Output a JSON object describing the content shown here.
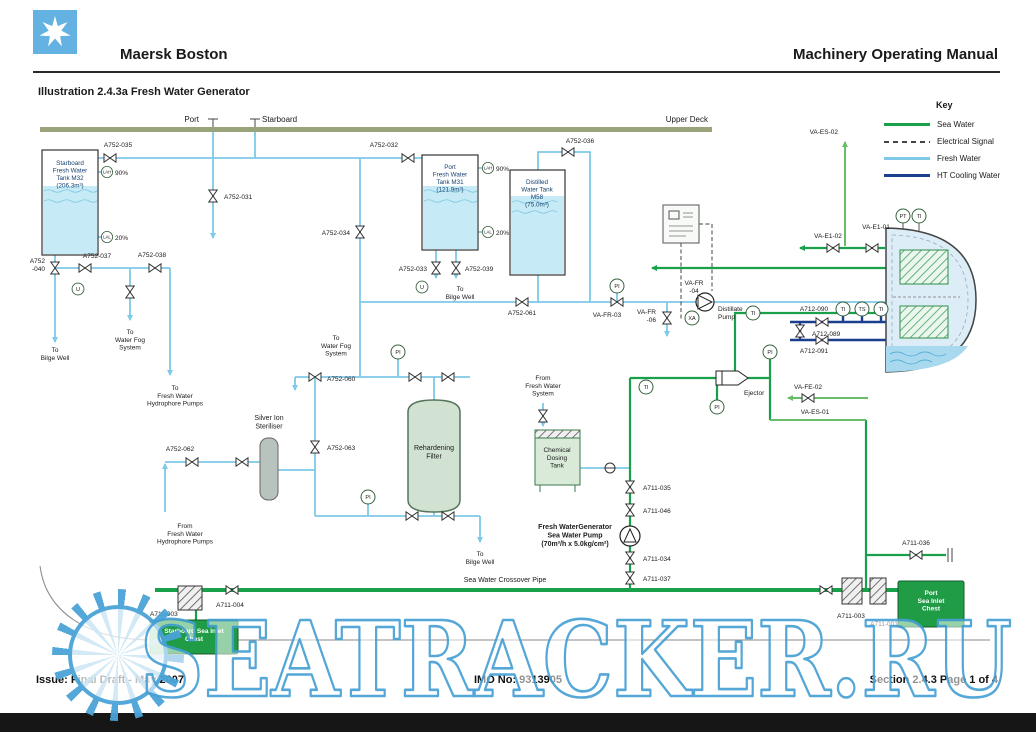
{
  "header": {
    "ship": "Maersk Boston",
    "manual": "Machinery Operating Manual"
  },
  "title": "Illustration 2.4.3a Fresh Water Generator",
  "key": {
    "title": "Key",
    "items": [
      {
        "label": "Sea Water",
        "color_key": "sea_water"
      },
      {
        "label": "Electrical Signal",
        "color_key": "electrical"
      },
      {
        "label": "Fresh Water",
        "color_key": "fresh_water"
      },
      {
        "label": "HT Cooling Water",
        "color_key": "ht_cooling"
      }
    ]
  },
  "colors": {
    "sea_water": "#18a04a",
    "sea_water_light": "#69bd69",
    "electrical": "#444444",
    "fresh_water": "#7ec9e8",
    "ht_cooling": "#1c3e8e",
    "deck": "#99a47b",
    "chest_green": "#1f9c45",
    "maersk_blue": "#64b2e1",
    "watermark_blue": "#47a0d4"
  },
  "labels": {
    "port": "Port",
    "starboard": "Starboard",
    "upper_deck": "Upper Deck",
    "a752_031": "A752-031",
    "a752_032": "A752-032",
    "a752_033": "A752-033",
    "a752_034": "A752-034",
    "a752_035": "A752-035",
    "a752_036": "A752-036",
    "a752_037": "A752-037",
    "a752_038": "A752-038",
    "a752_039": "A752-039",
    "a752_060": "A752-060",
    "a752_061": "A752-061",
    "a752_062": "A752-062",
    "a752_063": "A752-063",
    "a711_001": "A711-001",
    "a711_003": "A711-003",
    "a711_004": "A711-004",
    "a711_034": "A711-034",
    "a711_035": "A711-035",
    "a711_036": "A711-036",
    "a711_037": "A711-037",
    "a711_046": "A711-046",
    "a712_089": "A712-089",
    "a712_090": "A712-090",
    "a712_091": "A712-091",
    "va_e1_01": "VA-E1-01",
    "va_e1_02": "VA-E1-02",
    "va_es_01": "VA-ES-01",
    "va_es_02": "VA-ES-02",
    "va_fe_02": "VA-FE-02",
    "va_fr_03": "VA-FR-03",
    "ejector": "Ejector",
    "crossover": "Sea Water Crossover Pipe",
    "pct90": "90%",
    "pct20": "20%"
  },
  "multiline": {
    "tank_m32": [
      "Starboard",
      "Fresh Water",
      "Tank M32",
      "(206.3m³)"
    ],
    "tank_m31": [
      "Port",
      "Fresh Water",
      "Tank M31",
      "(121.9m³)"
    ],
    "tank_m58": [
      "Distilled",
      "Water Tank",
      "M58",
      "(75.0m³)"
    ],
    "to_bilge": [
      "To",
      "Bilge Well"
    ],
    "to_fog": [
      "To",
      "Water Fog",
      "System"
    ],
    "to_hydro": [
      "To",
      "Fresh Water",
      "Hydrophore Pumps"
    ],
    "from_hydro": [
      "From",
      "Fresh Water",
      "Hydrophore Pumps"
    ],
    "from_fw_sys": [
      "From",
      "Fresh Water",
      "System"
    ],
    "silver_ion": [
      "Silver Ion",
      "Steriliser"
    ],
    "rehard": [
      "Rehardening",
      "Filter"
    ],
    "chem": [
      "Chemical",
      "Dosing",
      "Tank"
    ],
    "swp": [
      "Fresh WaterGenerator",
      "Sea Water Pump",
      "(70m³/h x 5.0kg/cm²)"
    ],
    "dist_pump": [
      "Distillate",
      "Pump"
    ],
    "stbd_chest": [
      "Starboard Sea Inlet",
      "Chest"
    ],
    "port_chest": [
      "Port",
      "Sea Inlet",
      "Chest"
    ],
    "a752_040": [
      "A752",
      "-040"
    ],
    "va_fr_04": [
      "VA-FR",
      "-04"
    ],
    "va_fr_06": [
      "VA-FR",
      "-06"
    ]
  },
  "instruments": {
    "pi": "PI",
    "ti": "TI",
    "pt": "PT",
    "ts": "TS",
    "xa": "XA",
    "u": "U",
    "lah": "LAH",
    "lal": "LAL"
  },
  "footer": {
    "issue": "Issue: Final Draft - May 2007",
    "imo": "IMO No: 9313905",
    "section": "Section 2.4.3  Page 1 of 4"
  },
  "watermark": {
    "text": "SEATRACKER.RU"
  }
}
